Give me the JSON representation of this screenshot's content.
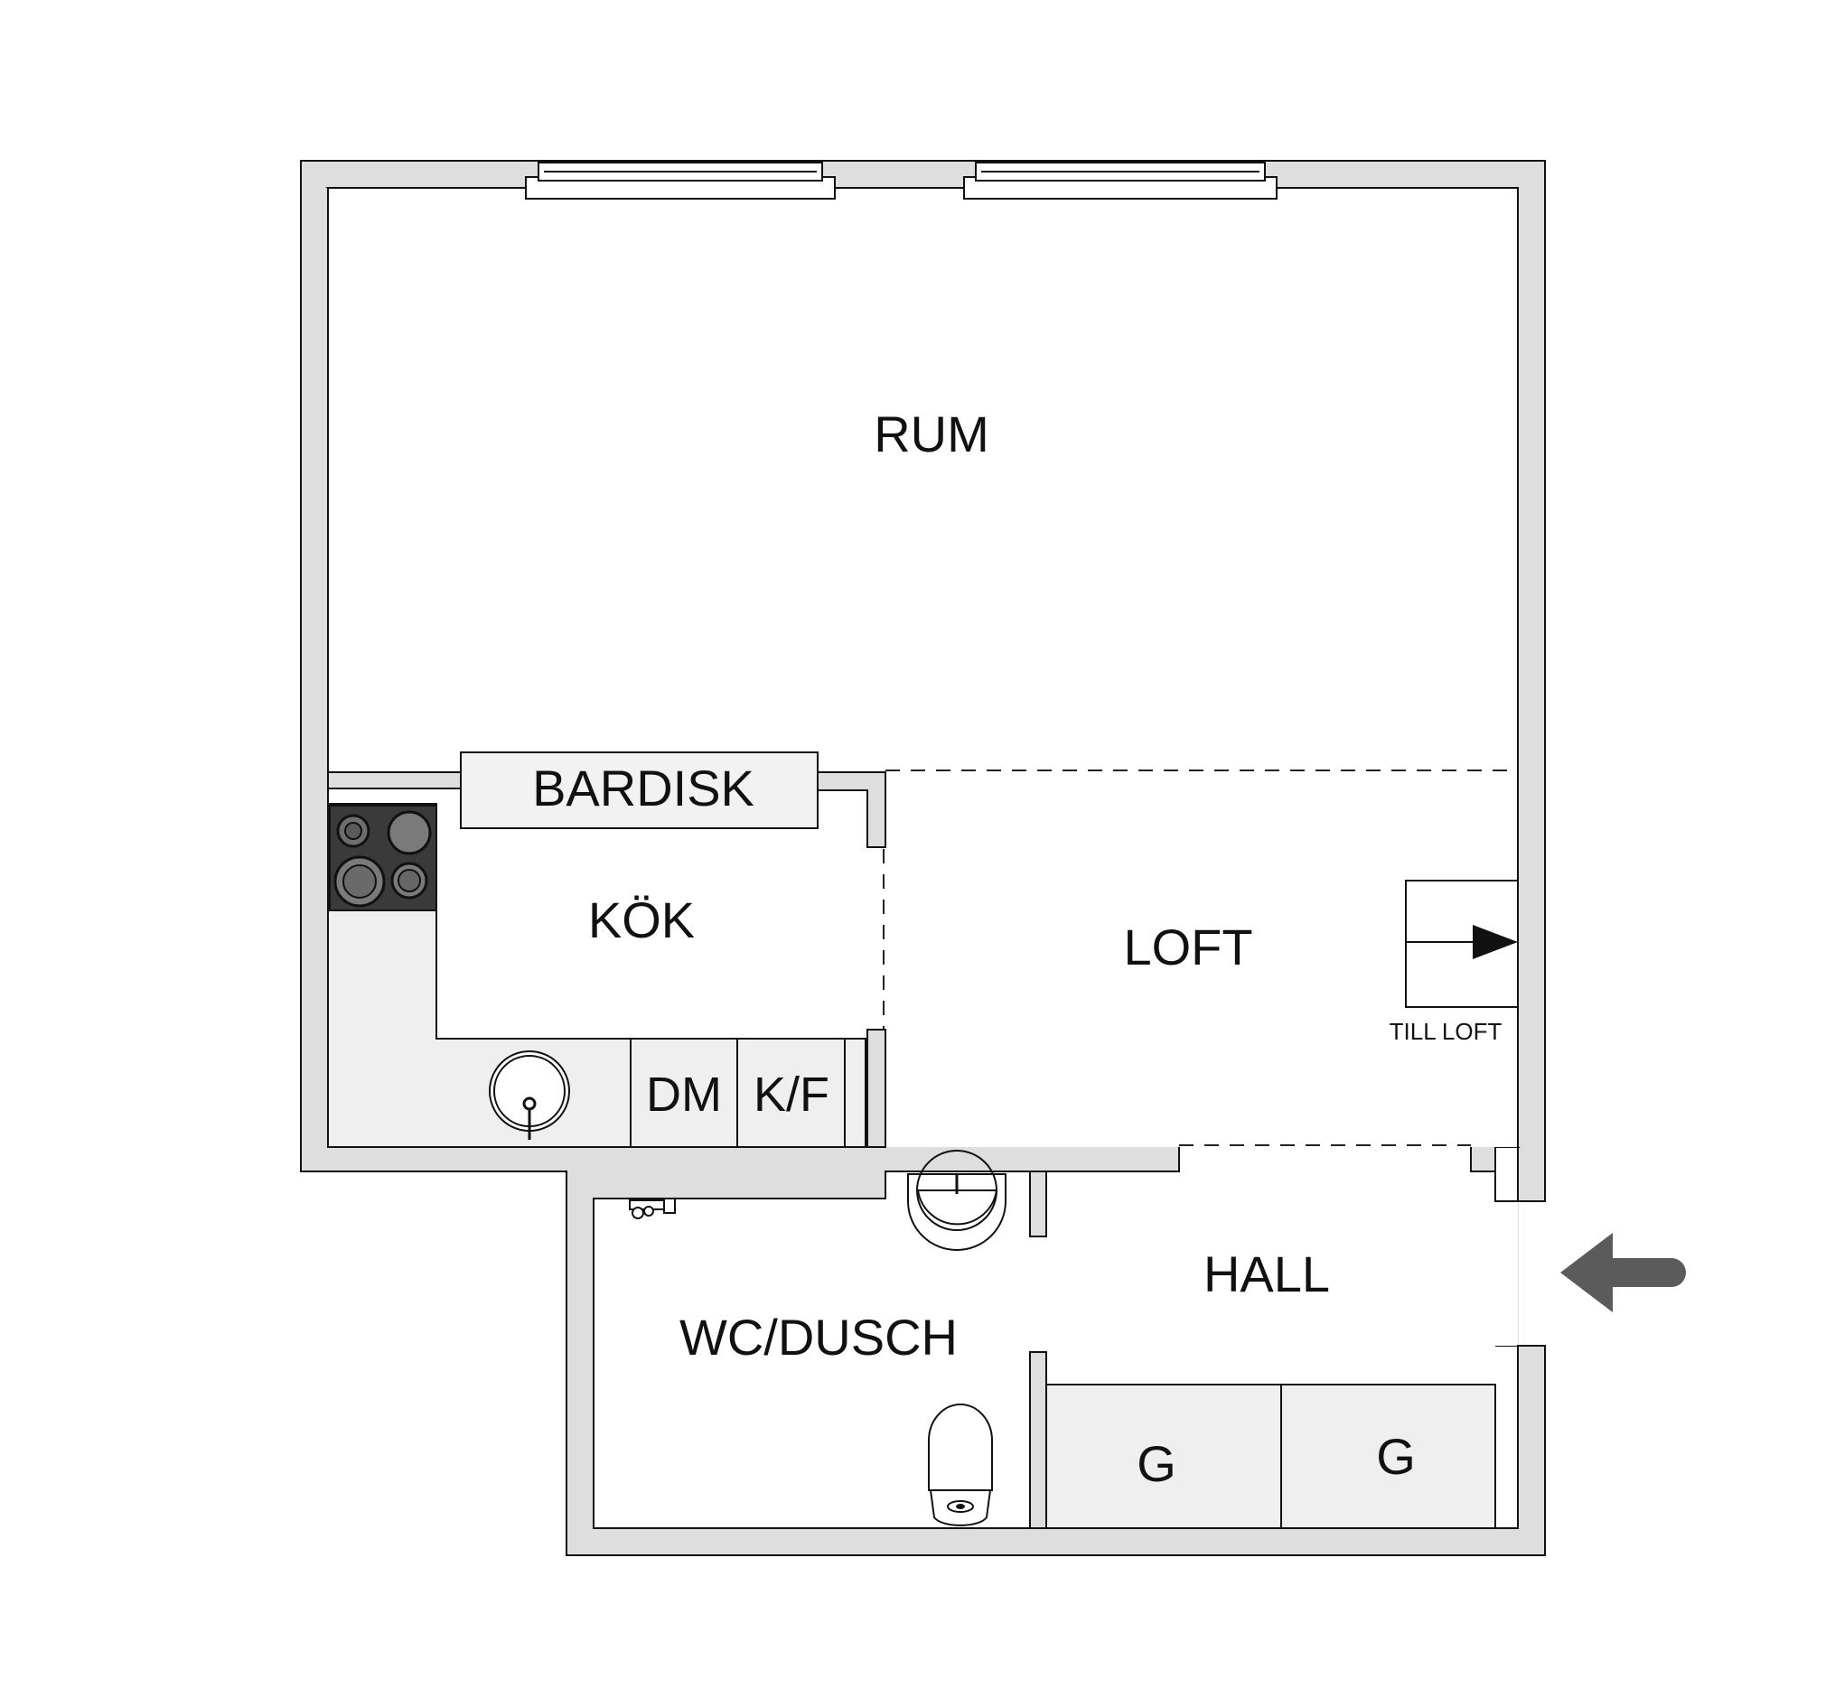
{
  "rooms": {
    "rum": "RUM",
    "bardisk": "BARDISK",
    "kok": "KÖK",
    "loft": "LOFT",
    "till_loft": "TILL LOFT",
    "dm": "DM",
    "kf": "K/F",
    "wc_dusch": "WC/DUSCH",
    "hall": "HALL",
    "g1": "G",
    "g2": "G"
  },
  "colors": {
    "wall": "#dedede",
    "cooktop": "#3a3a3a",
    "entry_arrow": "#5b5b5b"
  }
}
